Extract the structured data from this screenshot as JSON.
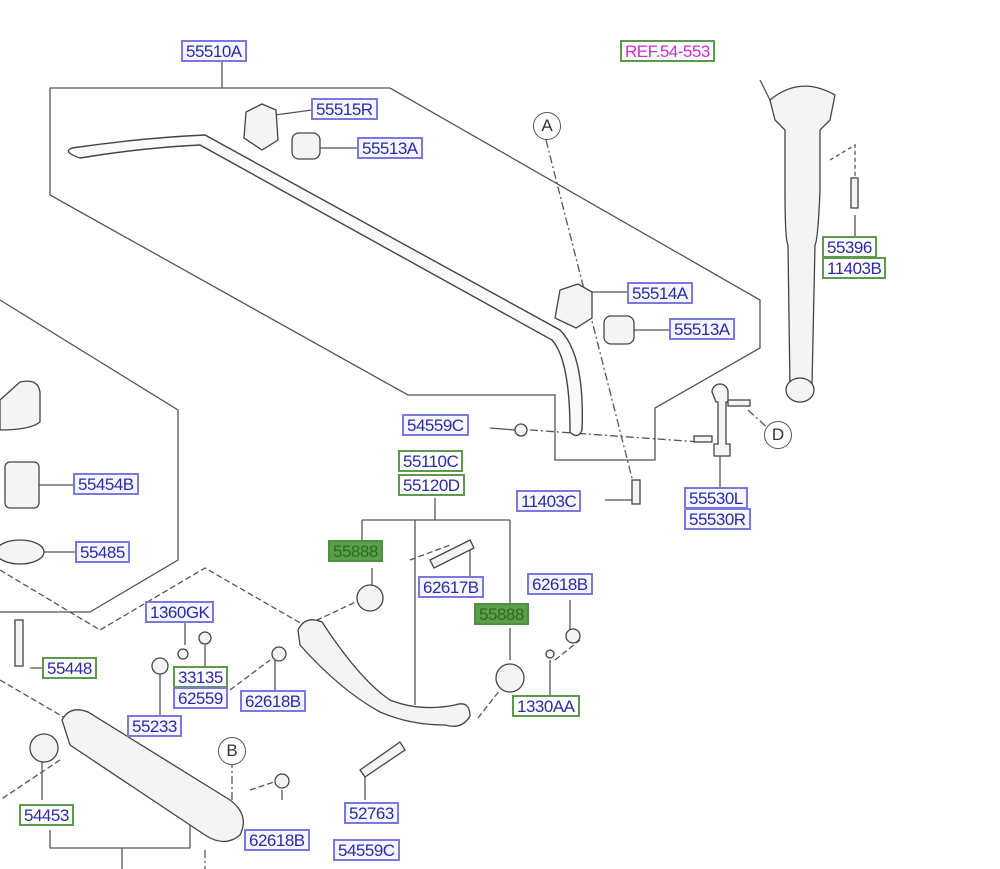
{
  "title": "Rear suspension exploded parts diagram",
  "colors": {
    "label_border_blue": "#7b78e0",
    "label_border_green": "#5c9a4e",
    "label_text": "#2b2aa8",
    "ref_text": "#d02bd0",
    "filled_label": "#5aa04a"
  },
  "labels": [
    {
      "id": "55510A",
      "text": "55510A",
      "style": "blue"
    },
    {
      "id": "55515R",
      "text": "55515R",
      "style": "blue"
    },
    {
      "id": "55513A_1",
      "text": "55513A",
      "style": "blue"
    },
    {
      "id": "REF",
      "text": "REF.54-553",
      "style": "ref"
    },
    {
      "id": "55396",
      "text": "55396",
      "style": "green"
    },
    {
      "id": "11403B",
      "text": "11403B",
      "style": "green"
    },
    {
      "id": "55514A",
      "text": "55514A",
      "style": "blue"
    },
    {
      "id": "55513A_2",
      "text": "55513A",
      "style": "blue"
    },
    {
      "id": "54559C_1",
      "text": "54559C",
      "style": "blue"
    },
    {
      "id": "55110C",
      "text": "55110C",
      "style": "green"
    },
    {
      "id": "55120D",
      "text": "55120D",
      "style": "green"
    },
    {
      "id": "11403C",
      "text": "11403C",
      "style": "blue"
    },
    {
      "id": "55530L",
      "text": "55530L",
      "style": "blue"
    },
    {
      "id": "55530R",
      "text": "55530R",
      "style": "blue"
    },
    {
      "id": "55454B",
      "text": "55454B",
      "style": "blue"
    },
    {
      "id": "55485",
      "text": "55485",
      "style": "blue"
    },
    {
      "id": "55888_1",
      "text": "55888",
      "style": "filled"
    },
    {
      "id": "62617B",
      "text": "62617B",
      "style": "blue"
    },
    {
      "id": "62618B_1",
      "text": "62618B",
      "style": "blue"
    },
    {
      "id": "55888_2",
      "text": "55888",
      "style": "filled"
    },
    {
      "id": "1360GK",
      "text": "1360GK",
      "style": "blue"
    },
    {
      "id": "55448",
      "text": "55448",
      "style": "green"
    },
    {
      "id": "33135",
      "text": "33135",
      "style": "green"
    },
    {
      "id": "62559",
      "text": "62559",
      "style": "blue"
    },
    {
      "id": "62618B_2",
      "text": "62618B",
      "style": "blue"
    },
    {
      "id": "1330AA",
      "text": "1330AA",
      "style": "green"
    },
    {
      "id": "55233",
      "text": "55233",
      "style": "blue"
    },
    {
      "id": "54453",
      "text": "54453",
      "style": "green"
    },
    {
      "id": "52763",
      "text": "52763",
      "style": "blue"
    },
    {
      "id": "62618B_3",
      "text": "62618B",
      "style": "blue"
    },
    {
      "id": "54559C_2",
      "text": "54559C",
      "style": "blue"
    }
  ],
  "callouts": [
    {
      "id": "A",
      "text": "A"
    },
    {
      "id": "B",
      "text": "B"
    },
    {
      "id": "D",
      "text": "D"
    }
  ]
}
